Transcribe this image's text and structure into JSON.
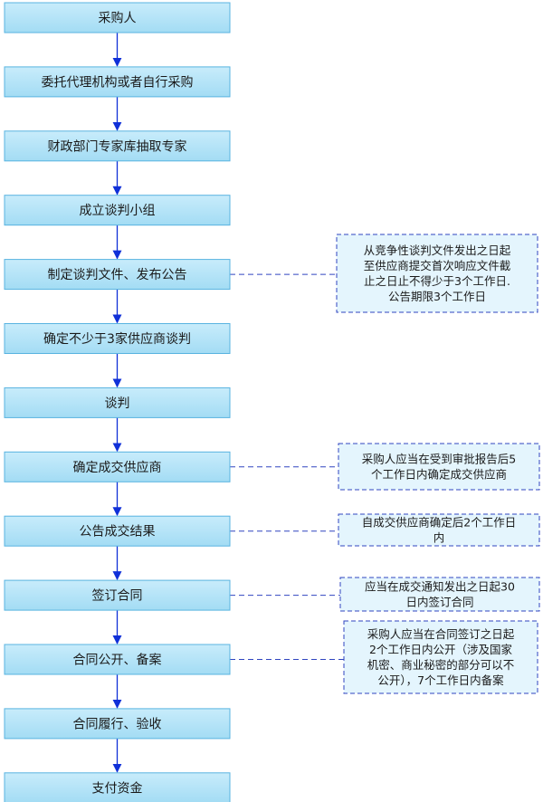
{
  "steps": [
    "采购人",
    "委托代理机构或者自行采购",
    "财政部门专家库抽取专家",
    "成立谈判小组",
    "制定谈判文件、发布公告",
    "确定不少于3家供应商谈判",
    "谈判",
    "确定成交供应商",
    "公告成交结果",
    "签订合同",
    "合同公开、备案",
    "合同履行、验收",
    "支付资金"
  ],
  "notes": [
    {
      "step": 4,
      "lines": [
        "从竞争性谈判文件发出之日起",
        "至供应商提交首次响应文件截",
        "止之日止不得少于3个工作日.",
        "公告期限3个工作日"
      ]
    },
    {
      "step": 7,
      "lines": [
        "采购人应当在受到审批报告后5",
        "个工作日内确定成交供应商"
      ]
    },
    {
      "step": 8,
      "lines": [
        "自成交供应商确定后2个工作日",
        "内"
      ]
    },
    {
      "step": 9,
      "lines": [
        "应当在成交通知发出之日起30",
        "日内签订合同"
      ]
    },
    {
      "step": 10,
      "lines": [
        "采购人应当在合同签订之日起",
        "2个工作日内公开（涉及国家",
        "机密、商业秘密的部分可以不",
        "公开），7个工作日内备案"
      ]
    }
  ],
  "colors": {
    "box_fill_top": "#c8ecfb",
    "box_fill_bottom": "#a3dcf4",
    "box_border": "#58b3e0",
    "arrow": "#1030d8",
    "note_fill": "#e4f5fd",
    "note_border": "#3045c0",
    "connector": "#3045c0"
  }
}
